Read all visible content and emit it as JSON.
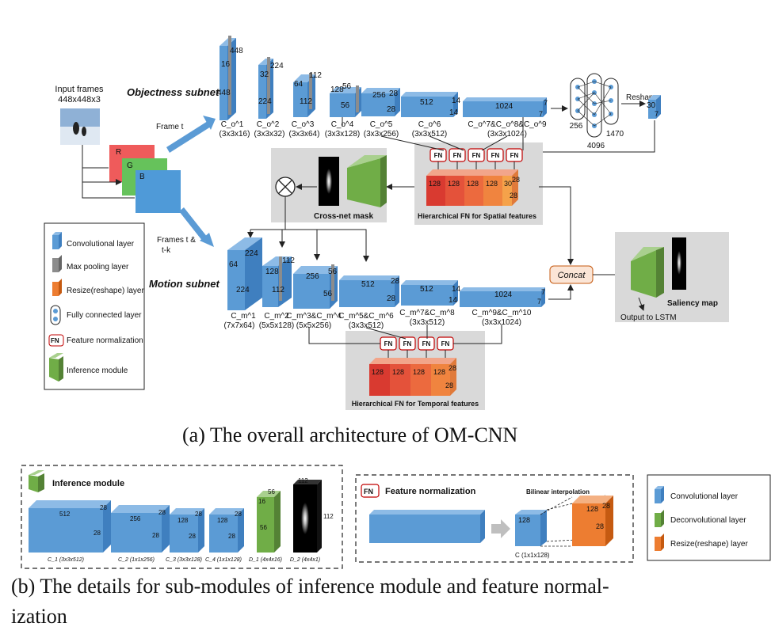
{
  "input": {
    "title": "Input frames",
    "size": "448x448x3",
    "channels": [
      "R",
      "G",
      "B"
    ],
    "frame_t": "Frame t",
    "frames_tk_line1": "Frames t &",
    "frames_tk_line2": "t-k"
  },
  "objectness": {
    "title": "Objectness subnet",
    "layers": [
      {
        "dims": [
          "448",
          "16",
          "448"
        ],
        "name": "C_o^1",
        "kernel": "(3x3x16)"
      },
      {
        "dims": [
          "224",
          "32",
          "224"
        ],
        "name": "C_o^2",
        "kernel": "(3x3x32)"
      },
      {
        "dims": [
          "112",
          "64",
          "112"
        ],
        "name": "C_o^3",
        "kernel": "(3x3x64)"
      },
      {
        "dims": [
          "56",
          "128",
          "56"
        ],
        "name": "C_o^4",
        "kernel": "(3x3x128)"
      },
      {
        "dims": [
          "28",
          "256",
          "28"
        ],
        "name": "C_o^5",
        "kernel": "(3x3x256)"
      },
      {
        "dims": [
          "14",
          "512",
          "14"
        ],
        "name": "C_o^6",
        "kernel": "(3x3x512)"
      },
      {
        "dims": [
          "7",
          "1024",
          "7"
        ],
        "name": "C_o^7&C_o^8&C_o^9",
        "kernel": "(3x3x1024)"
      }
    ],
    "fc": [
      "256",
      "4096",
      "1470"
    ],
    "reshape": "Reshape",
    "reshape_dims": [
      "30",
      "7"
    ]
  },
  "spatial_fn": {
    "title": "Hierarchical FN for Spatial features",
    "fn_label": "FN",
    "cubes": [
      "128",
      "128",
      "128",
      "128",
      "30"
    ],
    "side": [
      "28",
      "28"
    ]
  },
  "cross_net": {
    "title": "Cross-net mask",
    "operator": "⊗"
  },
  "motion": {
    "title": "Motion subnet",
    "layers": [
      {
        "dims": [
          "224",
          "64",
          "224"
        ],
        "name": "C_m^1",
        "kernel": "(7x7x64)"
      },
      {
        "dims": [
          "112",
          "128",
          "112"
        ],
        "name": "C_m^2",
        "kernel": "(5x5x128)"
      },
      {
        "dims": [
          "56",
          "256",
          "56"
        ],
        "name": "C_m^3&C_m^4",
        "kernel": "(5x5x256)"
      },
      {
        "dims": [
          "28",
          "512",
          "28"
        ],
        "name": "C_m^5&C_m^6",
        "kernel": "(3x3x512)"
      },
      {
        "dims": [
          "14",
          "512",
          "14"
        ],
        "name": "C_m^7&C_m^8",
        "kernel": "(3x3x512)"
      },
      {
        "dims": [
          "7",
          "1024",
          "7"
        ],
        "name": "C_m^9&C_m^10",
        "kernel": "(3x3x1024)"
      }
    ]
  },
  "temporal_fn": {
    "title": "Hierarchical FN for Temporal features",
    "cubes": [
      "128",
      "128",
      "128",
      "128"
    ],
    "side": [
      "28",
      "28"
    ]
  },
  "concat": "Concat",
  "output": {
    "saliency": "Saliency map",
    "lstm": "Output to LSTM"
  },
  "legend": [
    {
      "icon": "conv-icon",
      "label": "Convolutional layer"
    },
    {
      "icon": "maxpool-icon",
      "label": "Max pooling layer"
    },
    {
      "icon": "resize-icon",
      "label": "Resize(reshape) layer"
    },
    {
      "icon": "fc-icon",
      "label": "Fully connected layer"
    },
    {
      "icon": "fn-icon",
      "label": "Feature normalization"
    },
    {
      "icon": "inference-icon",
      "label": "Inference module"
    }
  ],
  "caption_a": "(a)  The overall architecture of OM-CNN",
  "inference_panel": {
    "title": "Inference module",
    "layers": [
      {
        "dims": [
          "512",
          "28",
          "28"
        ],
        "name": "C_1 (3x3x512)"
      },
      {
        "dims": [
          "256",
          "28",
          "28"
        ],
        "name": "C_2 (1x1x256)"
      },
      {
        "dims": [
          "128",
          "28",
          "28"
        ],
        "name": "C_3 (3x3x128)"
      },
      {
        "dims": [
          "128",
          "28",
          "28"
        ],
        "name": "C_4 (1x1x128)"
      },
      {
        "dims": [
          "16",
          "56",
          "56"
        ],
        "name": "D_1 (4x4x16)"
      },
      {
        "dims": [
          "112",
          "112"
        ],
        "name": "D_2 (4x4x1)"
      }
    ]
  },
  "fn_panel": {
    "title": "Feature normalization",
    "icon": "FN",
    "interp": "Bilinear interpolation",
    "conv_dim": "128",
    "conv_name": "C (1x1x128)",
    "out_dims": [
      "128",
      "28",
      "28"
    ]
  },
  "legend2": [
    {
      "icon": "conv-icon",
      "label": "Convolutional layer"
    },
    {
      "icon": "deconv-icon",
      "label": "Deconvolutional layer"
    },
    {
      "icon": "resize-icon",
      "label": "Resize(reshape) layer"
    }
  ],
  "caption_b_line1": "(b)  The details for sub-modules of inference module and feature normal-",
  "caption_b_line2": "ization",
  "colors": {
    "conv": "#5b9bd5",
    "pool": "#8c8c8c",
    "resize": "#ed7d31",
    "deconv": "#70ad47",
    "fn_border": "#c00000",
    "panel_gray": "#d9d9d9"
  }
}
